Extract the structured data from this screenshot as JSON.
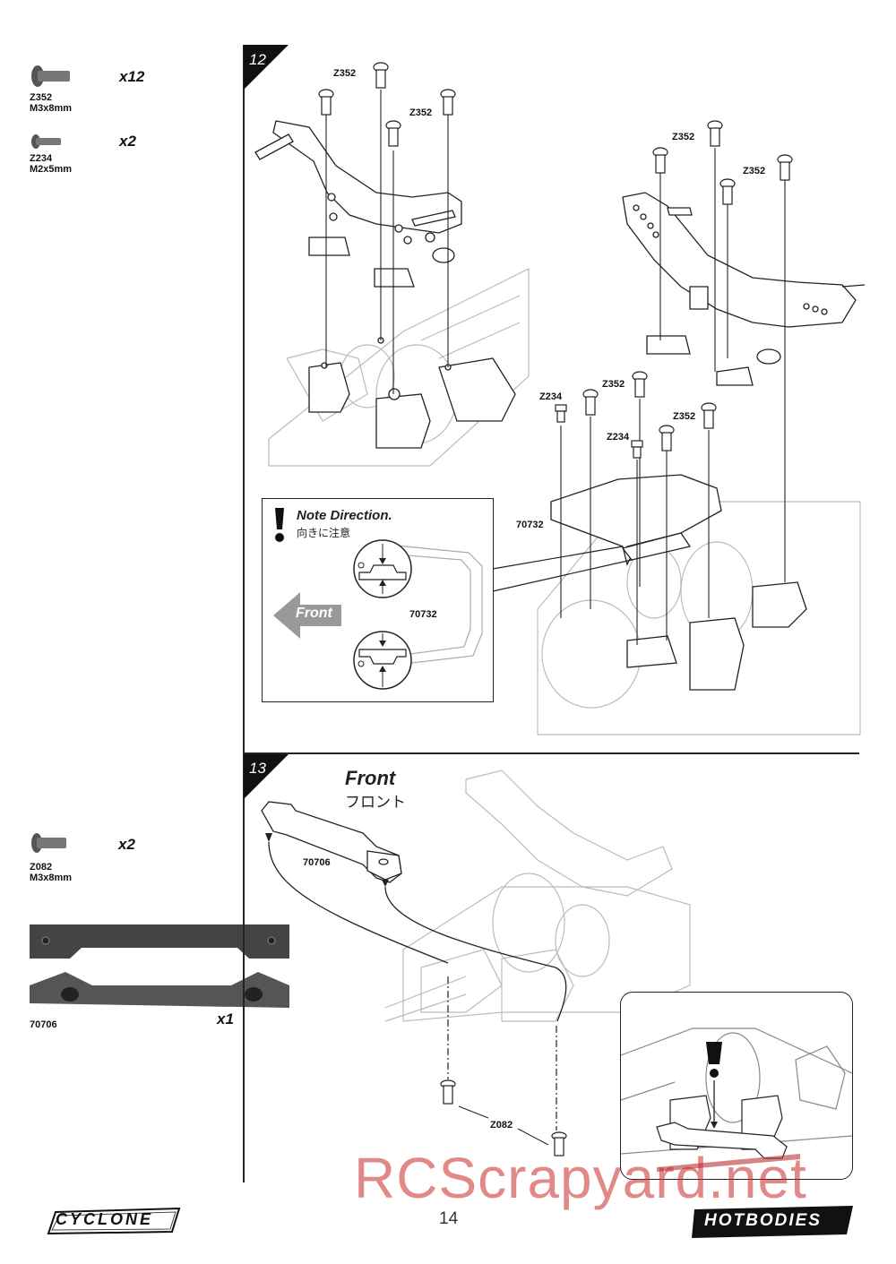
{
  "parts": [
    {
      "code": "Z352",
      "size": "M3x8mm",
      "qty": "x12"
    },
    {
      "code": "Z234",
      "size": "M2x5mm",
      "qty": "x2"
    },
    {
      "code": "Z082",
      "size": "M3x8mm",
      "qty": "x2"
    },
    {
      "code": "70706",
      "qty": "x1"
    }
  ],
  "step12": {
    "number": "12",
    "labels": [
      "Z352",
      "Z352",
      "Z352",
      "Z352",
      "Z234",
      "Z352",
      "Z234",
      "Z352",
      "70732"
    ],
    "note_title": "Note Direction.",
    "note_jp": "向きに注意",
    "front_arrow": "Front",
    "inset_part": "70732"
  },
  "step13": {
    "number": "13",
    "front": "Front",
    "front_jp": "フロント",
    "part": "70706",
    "screw": "Z082"
  },
  "footer": {
    "page": "14",
    "logo_left": "CYCLONE",
    "logo_right": "HOTBODIES",
    "watermark": "RCScrapyard.net"
  },
  "colors": {
    "ink": "#222222",
    "line_art": "#888888",
    "watermark": "#c83232"
  }
}
